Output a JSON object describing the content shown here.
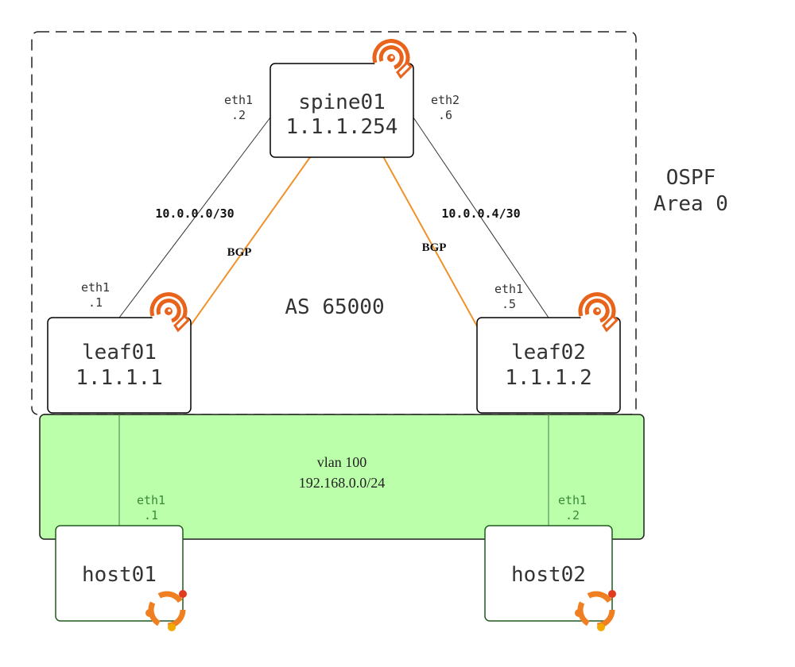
{
  "area_label": [
    "OSPF",
    "Area 0"
  ],
  "as_label": "AS 65000",
  "vlan": {
    "name": "vlan 100",
    "subnet": "192.168.0.0/24"
  },
  "nodes": {
    "spine01": {
      "name": "spine01",
      "ip": "1.1.1.254"
    },
    "leaf01": {
      "name": "leaf01",
      "ip": "1.1.1.1"
    },
    "leaf02": {
      "name": "leaf02",
      "ip": "1.1.1.2"
    },
    "host01": {
      "name": "host01"
    },
    "host02": {
      "name": "host02"
    }
  },
  "interfaces": {
    "spine01_left": {
      "name": "eth1",
      "addr": ".2"
    },
    "spine01_right": {
      "name": "eth2",
      "addr": ".6"
    },
    "leaf01_up": {
      "name": "eth1",
      "addr": ".1"
    },
    "leaf02_up": {
      "name": "eth1",
      "addr": ".5"
    },
    "host01": {
      "name": "eth1",
      "addr": ".1"
    },
    "host02": {
      "name": "eth1",
      "addr": ".2"
    }
  },
  "links": {
    "left": {
      "subnet": "10.0.0.0/30"
    },
    "right": {
      "subnet": "10.0.0.4/30"
    }
  },
  "bgp": {
    "left_label": "BGP",
    "right_label": "BGP"
  },
  "colors": {
    "bgp_arrow": "#f0922b",
    "vlan_fill": "#bbffaa",
    "router_icon": "#e8641c",
    "ubuntu_orange": "#f07f22",
    "ubuntu_red": "#e23a1f",
    "host_border": "#1f5c1f"
  },
  "icons": {
    "router": "frrouting-icon",
    "host": "ubuntu-icon"
  }
}
